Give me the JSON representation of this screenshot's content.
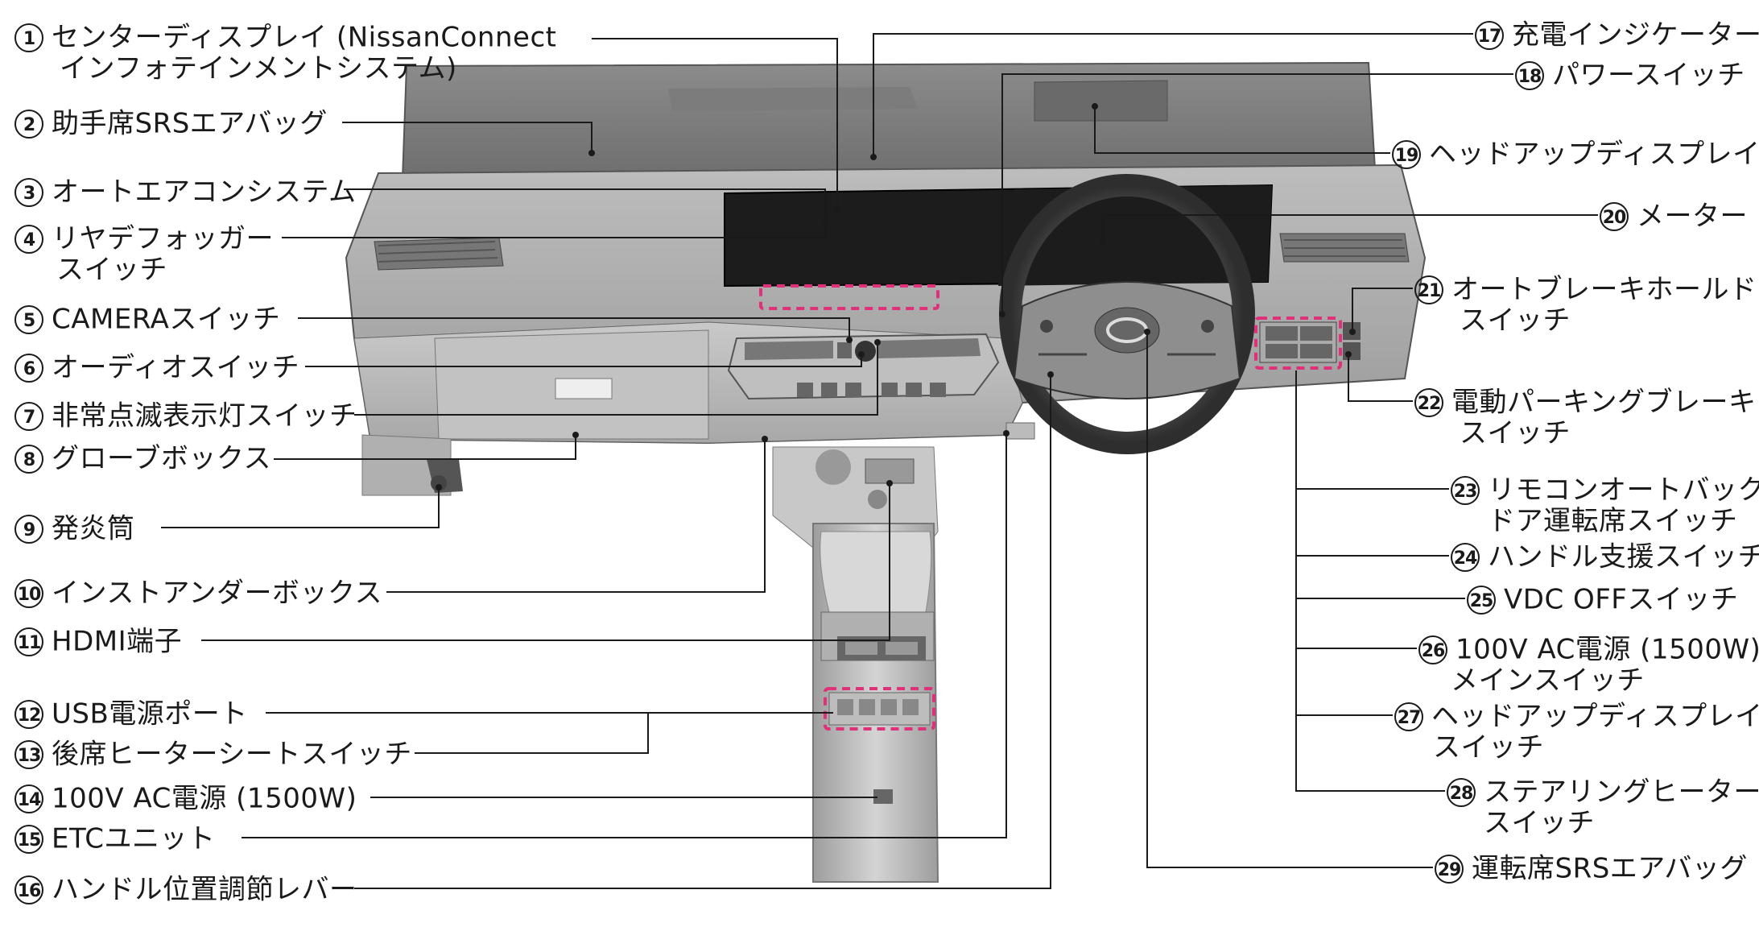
{
  "labels": [
    {
      "n": "1",
      "line1": "センターディスプレイ (NissanConnect",
      "line2": "インフォテインメントシステム)"
    },
    {
      "n": "2",
      "line1": "助手席SRSエアバッグ"
    },
    {
      "n": "3",
      "line1": "オートエアコンシステム"
    },
    {
      "n": "4",
      "line1": "リヤデフォッガー",
      "line2": "スイッチ"
    },
    {
      "n": "5",
      "line1": "CAMERAスイッチ"
    },
    {
      "n": "6",
      "line1": "オーディオスイッチ"
    },
    {
      "n": "7",
      "line1": "非常点滅表示灯スイッチ"
    },
    {
      "n": "8",
      "line1": "グローブボックス"
    },
    {
      "n": "9",
      "line1": "発炎筒"
    },
    {
      "n": "10",
      "line1": "インストアンダーボックス"
    },
    {
      "n": "11",
      "line1": "HDMI端子"
    },
    {
      "n": "12",
      "line1": "USB電源ポート"
    },
    {
      "n": "13",
      "line1": "後席ヒーターシートスイッチ"
    },
    {
      "n": "14",
      "line1": "100V AC電源 (1500W)"
    },
    {
      "n": "15",
      "line1": "ETCユニット"
    },
    {
      "n": "16",
      "line1": "ハンドル位置調節レバー"
    },
    {
      "n": "17",
      "line1": "充電インジケーター"
    },
    {
      "n": "18",
      "line1": "パワースイッチ"
    },
    {
      "n": "19",
      "line1": "ヘッドアップディスプレイ"
    },
    {
      "n": "20",
      "line1": "メーター"
    },
    {
      "n": "21",
      "line1": "オートブレーキホールド",
      "line2": "スイッチ"
    },
    {
      "n": "22",
      "line1": "電動パーキングブレーキ",
      "line2": "スイッチ"
    },
    {
      "n": "23",
      "line1": "リモコンオートバック",
      "line2": "ドア運転席スイッチ"
    },
    {
      "n": "24",
      "line1": "ハンドル支援スイッチ"
    },
    {
      "n": "25",
      "line1": "VDC OFFスイッチ"
    },
    {
      "n": "26",
      "line1": "100V AC電源 (1500W)",
      "line2": "メインスイッチ"
    },
    {
      "n": "27",
      "line1": "ヘッドアップディスプレイ",
      "line2": "スイッチ"
    },
    {
      "n": "28",
      "line1": "ステアリングヒーター",
      "line2": "スイッチ"
    },
    {
      "n": "29",
      "line1": "運転席SRSエアバッグ"
    }
  ],
  "colors": {
    "line": "#1a1a1a",
    "dash_highlight": "#e0307a",
    "dash_body": "#8a8a8a",
    "dash_dark": "#3a3a3a",
    "screen": "#1c1c1c"
  }
}
